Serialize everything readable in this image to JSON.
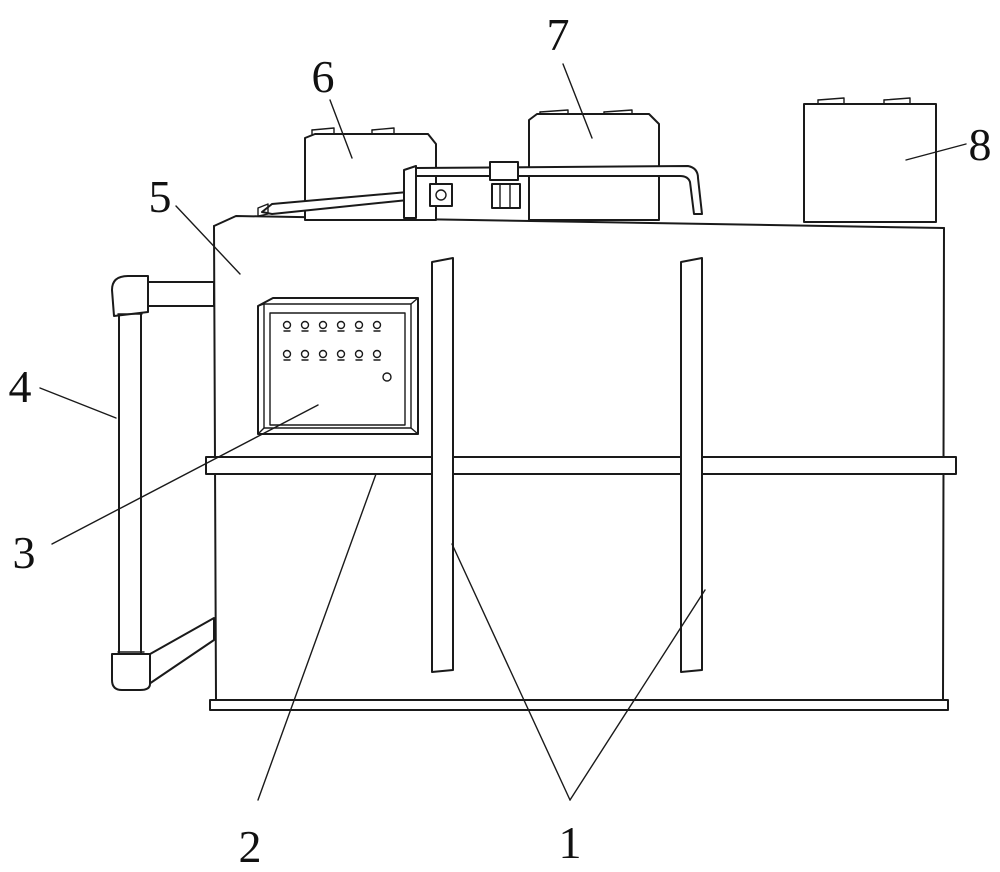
{
  "labels": {
    "part1": "1",
    "part2": "2",
    "part3": "3",
    "part4": "4",
    "part5": "5",
    "part6": "6",
    "part7": "7",
    "part8": "8"
  }
}
